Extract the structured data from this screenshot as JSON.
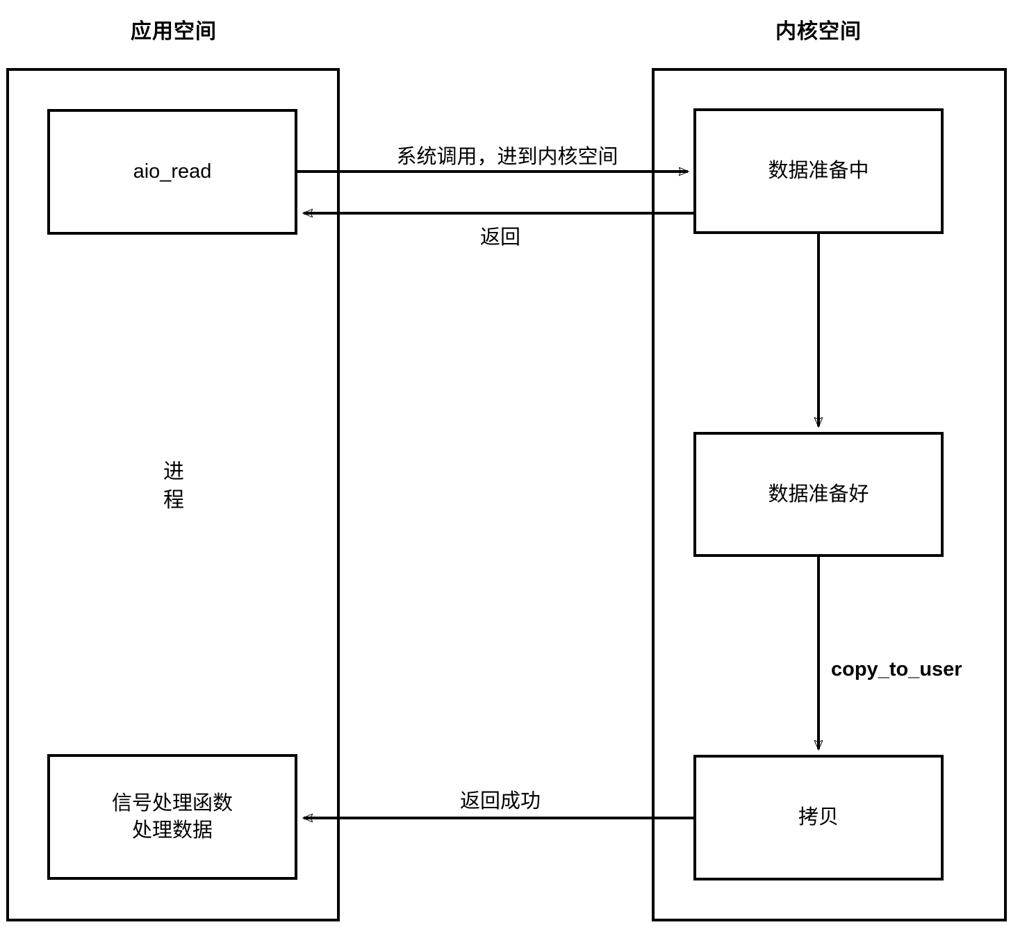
{
  "diagram": {
    "title_left": "应用空间",
    "title_right": "内核空间",
    "process_label_line1": "进",
    "process_label_line2": "程",
    "nodes": {
      "aio_read": "aio_read",
      "signal_handler_line1": "信号处理函数",
      "signal_handler_line2": "处理数据",
      "data_preparing": "数据准备中",
      "data_ready": "数据准备好",
      "copy": "拷贝"
    },
    "edges": {
      "syscall": "系统调用，进到内核空间",
      "return": "返回",
      "copy_to_user": "copy_to_user",
      "return_success": "返回成功"
    },
    "colors": {
      "stroke": "#000000",
      "background": "#ffffff"
    }
  }
}
